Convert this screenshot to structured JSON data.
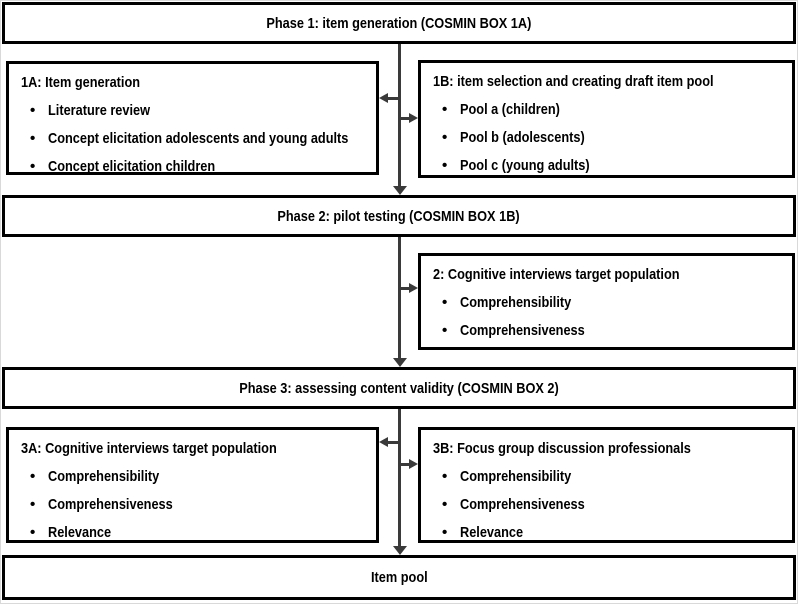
{
  "diagram": {
    "phase1": {
      "title": "Phase 1: item generation (COSMIN BOX 1A)"
    },
    "box1a": {
      "heading": "1A: Item generation",
      "items": [
        "Literature review",
        "Concept elicitation adolescents and young adults",
        "Concept elicitation children"
      ]
    },
    "box1b": {
      "heading": "1B: item selection and creating draft item pool",
      "items": [
        "Pool a (children)",
        "Pool b (adolescents)",
        "Pool c (young adults)"
      ]
    },
    "phase2": {
      "title": "Phase 2: pilot testing (COSMIN BOX 1B)"
    },
    "box2": {
      "heading": "2: Cognitive interviews target population",
      "items": [
        "Comprehensibility",
        "Comprehensiveness"
      ]
    },
    "phase3": {
      "title": "Phase 3: assessing content validity (COSMIN BOX 2)"
    },
    "box3a": {
      "heading": "3A: Cognitive interviews target population",
      "items": [
        "Comprehensibility",
        "Comprehensiveness",
        "Relevance"
      ]
    },
    "box3b": {
      "heading": "3B: Focus group discussion professionals",
      "items": [
        "Comprehensibility",
        "Comprehensiveness",
        "Relevance"
      ]
    },
    "itempool": {
      "title": "Item pool"
    }
  },
  "colors": {
    "box_border": "#000000",
    "arrow": "#3a3a3a",
    "background": "#ffffff",
    "text": "#000000"
  }
}
